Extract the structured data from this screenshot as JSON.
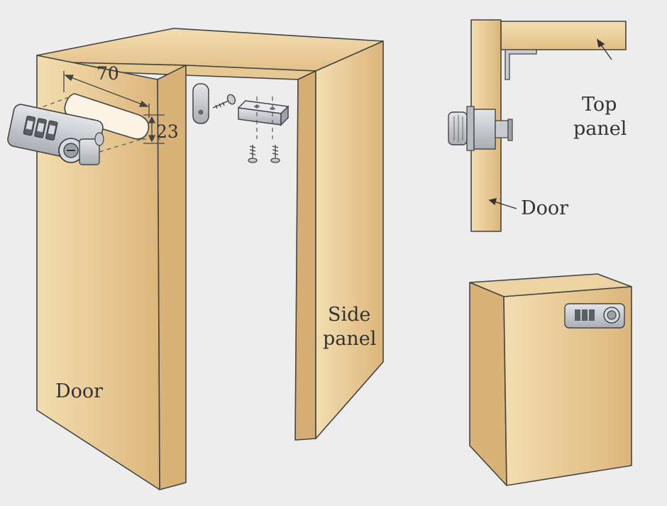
{
  "labels": {
    "door_main": "Door",
    "side_panel_line1": "Side",
    "side_panel_line2": "panel",
    "top_panel_line1": "Top",
    "top_panel_line2": "panel",
    "door_detail": "Door"
  },
  "dimensions": {
    "slot_length": "70",
    "slot_height": "23"
  },
  "colors": {
    "background": "#ededed",
    "wood_light": "#f3ddb0",
    "wood_mid": "#e8c98e",
    "wood_dark": "#d9b277",
    "outline": "#444444",
    "metal": "#c9ccd1",
    "metal_dark": "#8d9299"
  }
}
